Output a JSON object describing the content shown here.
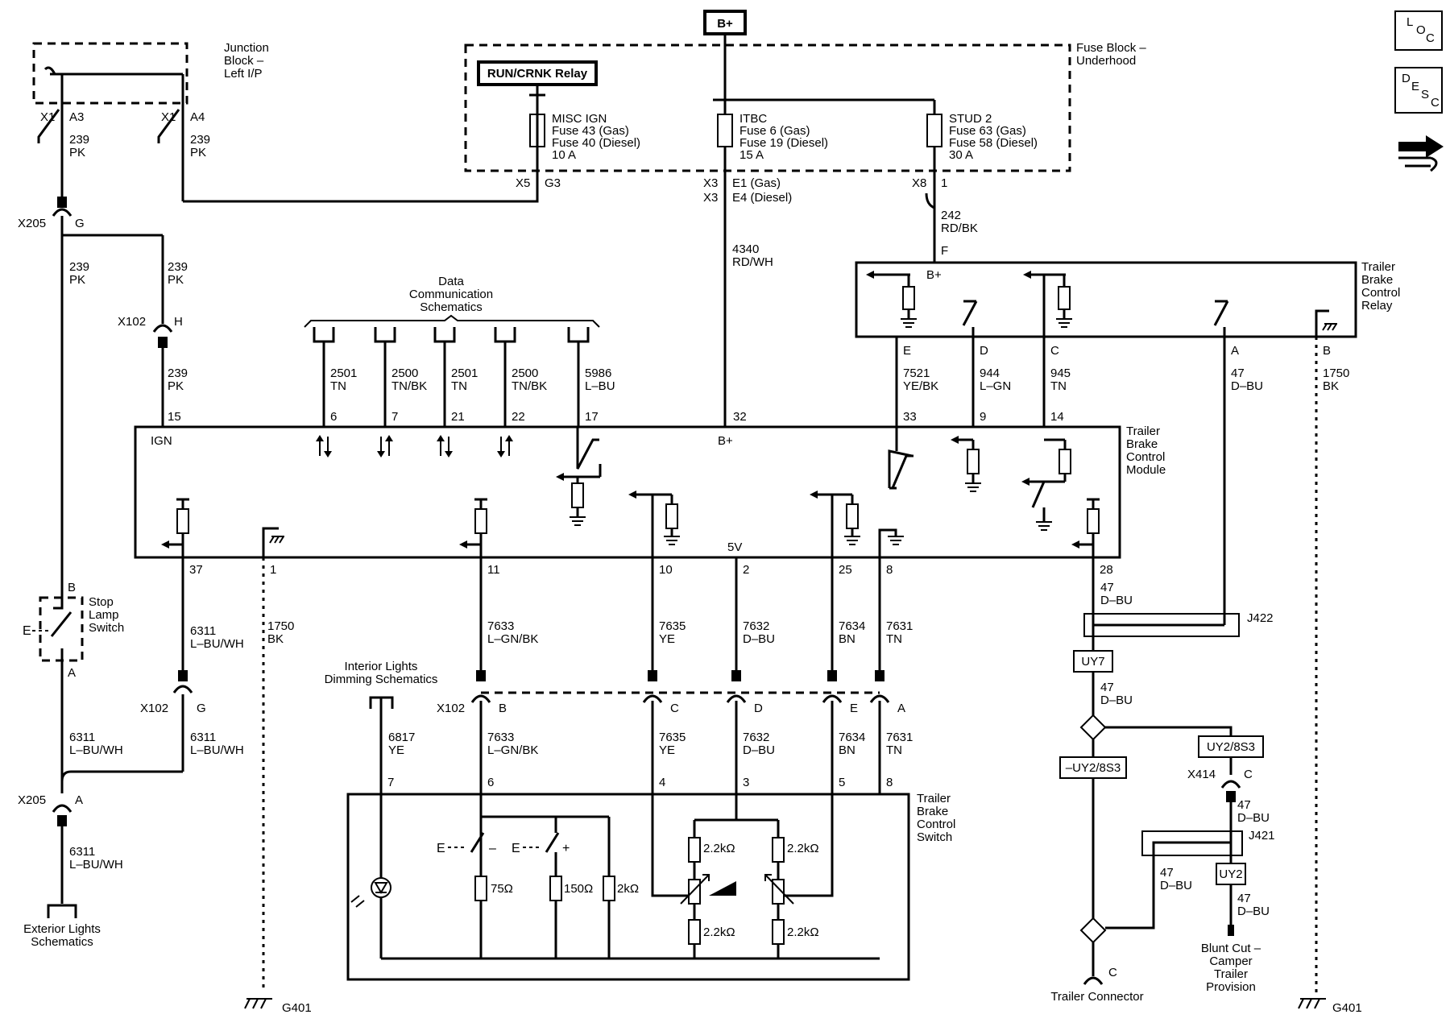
{
  "diagram": {
    "top": {
      "b_plus": "B+",
      "fuse_block": [
        "Fuse Block –",
        "Underhood"
      ],
      "junction_block": [
        "Junction",
        "Block –",
        "Left I/P"
      ],
      "relay": "RUN/CRNK Relay",
      "misc_ign": [
        "MISC IGN",
        "Fuse 43 (Gas)",
        "Fuse 40 (Diesel)",
        "10 A"
      ],
      "itbc": [
        "ITBC",
        "Fuse 6 (Gas)",
        "Fuse 19 (Diesel)",
        "15 A"
      ],
      "stud2": [
        "STUD 2",
        "Fuse 63 (Gas)",
        "Fuse 58 (Diesel)",
        "30 A"
      ],
      "x5": "X5",
      "g3": "G3",
      "x3a": "X3",
      "x3b": "X3",
      "e1": "E1 (Gas)",
      "e4": "E4 (Diesel)",
      "x8": "X8",
      "x8pin": "1",
      "x1a": "X1",
      "a3": "A3",
      "x1b": "X1",
      "a4": "A4",
      "w239a": [
        "239",
        "PK"
      ],
      "w239b": [
        "239",
        "PK"
      ],
      "w4340": [
        "4340",
        "RD/WH"
      ],
      "w242": [
        "242",
        "RD/BK"
      ],
      "f": "F"
    },
    "left": {
      "x205": "X205",
      "g": "G",
      "w239c": [
        "239",
        "PK"
      ],
      "w239d": [
        "239",
        "PK"
      ],
      "w239e": [
        "239",
        "PK"
      ],
      "x102": "X102",
      "h": "H",
      "pin15": "15",
      "stop_lamp": [
        "Stop",
        "Lamp",
        "Switch"
      ],
      "b": "B",
      "a": "A",
      "w6311a": [
        "6311",
        "L–BU/WH"
      ],
      "w6311b": [
        "6311",
        "L–BU/WH"
      ],
      "w6311c": [
        "6311",
        "L–BU/WH"
      ],
      "x102g": "X102",
      "gpin": "G",
      "x205a": "X205",
      "apin": "A",
      "exterior": [
        "Exterior Lights",
        "Schematics"
      ],
      "g401": "G401"
    },
    "data_comm": {
      "title": [
        "Data",
        "Communication",
        "Schematics"
      ],
      "wires": [
        {
          "num": "2501",
          "color": "TN",
          "pin": "6"
        },
        {
          "num": "2500",
          "color": "TN/BK",
          "pin": "7"
        },
        {
          "num": "2501",
          "color": "TN",
          "pin": "21"
        },
        {
          "num": "2500",
          "color": "TN/BK",
          "pin": "22"
        },
        {
          "num": "5986",
          "color": "L–BU",
          "pin": "17"
        }
      ]
    },
    "relay_box": {
      "b_plus": "B+",
      "name": [
        "Trailer",
        "Brake",
        "Control",
        "Relay"
      ],
      "pins": [
        "E",
        "D",
        "C",
        "A",
        "B"
      ],
      "wires": [
        {
          "num": "7521",
          "color": "YE/BK",
          "pin": "33"
        },
        {
          "num": "944",
          "color": "L–GN",
          "pin": "9"
        },
        {
          "num": "945",
          "color": "TN",
          "pin": "14"
        },
        {
          "num": "47",
          "color": "D–BU",
          "pin": ""
        },
        {
          "num": "1750",
          "color": "BK",
          "pin": ""
        }
      ]
    },
    "module": {
      "name": [
        "Trailer",
        "Brake",
        "Control",
        "Module"
      ],
      "ign": "IGN",
      "b_plus": "B+",
      "pin32": "32",
      "fivev": "5V",
      "bottom_pins": [
        "37",
        "1",
        "11",
        "10",
        "2",
        "25",
        "8",
        "28"
      ]
    },
    "lower": {
      "w1750": [
        "1750",
        "BK"
      ],
      "w7633": [
        "7633",
        "L–GN/BK"
      ],
      "w7635": [
        "7635",
        "YE"
      ],
      "w7632": [
        "7632",
        "D–BU"
      ],
      "w7634": [
        "7634",
        "BN"
      ],
      "w7631": [
        "7631",
        "TN"
      ],
      "x102": "X102",
      "conn_pins": [
        "B",
        "C",
        "D",
        "E",
        "A"
      ],
      "interior": [
        "Interior Lights",
        "Dimming Schematics"
      ],
      "w6817": [
        "6817",
        "YE"
      ],
      "w7633b": [
        "7633",
        "L–GN/BK"
      ],
      "w7635b": [
        "7635",
        "YE"
      ],
      "w7632b": [
        "7632",
        "D–BU"
      ],
      "w7634b": [
        "7634",
        "BN"
      ],
      "w7631b": [
        "7631",
        "TN"
      ],
      "sw_pins": [
        "7",
        "6",
        "4",
        "3",
        "5",
        "8"
      ],
      "switch_name": [
        "Trailer",
        "Brake",
        "Control",
        "Switch"
      ],
      "r75": "75Ω",
      "r150": "150Ω",
      "r2k": "2kΩ",
      "r22": [
        "2.2kΩ",
        "2.2kΩ",
        "2.2kΩ",
        "2.2kΩ"
      ],
      "e_label": "E",
      "plus": "+",
      "minus": "–",
      "g401": "G401"
    },
    "right": {
      "w47a": [
        "47",
        "D–BU"
      ],
      "j422": "J422",
      "uy7": "UY7",
      "w47b": [
        "47",
        "D–BU"
      ],
      "uy2_8s3": "UY2/8S3",
      "neg_uy2_8s3": "–UY2/8S3",
      "x414": "X414",
      "c": "C",
      "w47c": [
        "47",
        "D–BU"
      ],
      "j421": "J421",
      "w47d": [
        "47",
        "D–BU"
      ],
      "uy2": "UY2",
      "w47e": [
        "47",
        "D–BU"
      ],
      "blunt": [
        "Blunt Cut –",
        "Camper",
        "Trailer",
        "Provision"
      ],
      "trailer_conn": "Trailer Connector",
      "tc_pin": "C",
      "g401": "G401"
    },
    "nav": {
      "loc": [
        "L",
        "O",
        "C"
      ],
      "desc": [
        "D",
        "E",
        "S",
        "C"
      ]
    }
  }
}
